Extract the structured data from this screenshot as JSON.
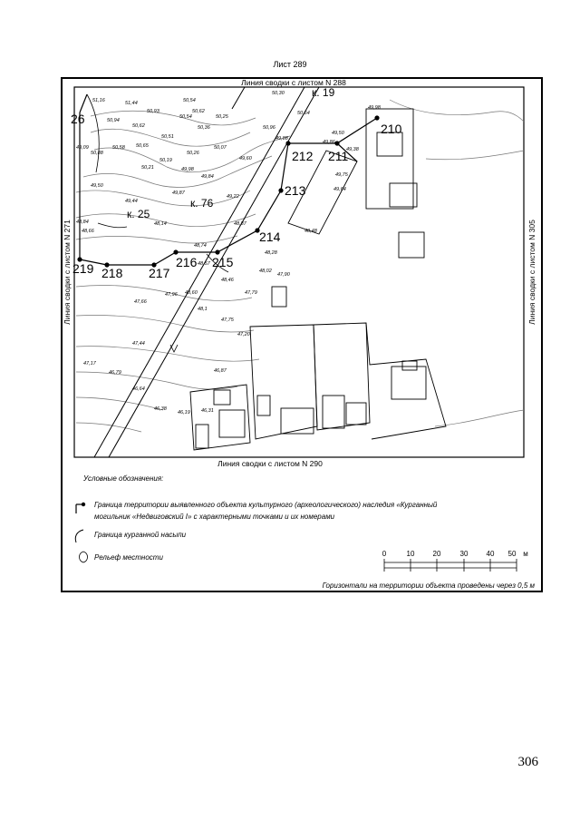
{
  "sheet": {
    "title": "Лист 289",
    "page_number": "306"
  },
  "edge_labels": {
    "top": "Линия сводки с листом N 288",
    "bottom": "Линия сводки с листом N 290",
    "left": "Линия сводки с листом N 271",
    "right": "Линия сводки с листом N 305"
  },
  "kurgans": {
    "k19": "к. 19",
    "k25": "к. 25",
    "k76": "к. 76"
  },
  "points": {
    "p210": "210",
    "p211": "211",
    "p212": "212",
    "p213": "213",
    "p214": "214",
    "p215": "215",
    "p216": "216",
    "p217": "217",
    "p218": "218",
    "p219": "219",
    "p26": "26"
  },
  "elevations": {
    "e01": "51,16",
    "e02": "51,44",
    "e03": "50,93",
    "e04": "50,54",
    "e05": "50,62",
    "e06": "50,94",
    "e07": "50,62",
    "e08": "50,54",
    "e09": "50,25",
    "e10": "50,96",
    "e11": "50,30",
    "e12": "50,64",
    "e13": "50,51",
    "e14": "50,36",
    "e15": "50,88",
    "e16": "50,58",
    "e17": "50,65",
    "e18": "50,07",
    "e19": "50,26",
    "e20": "50,19",
    "e21": "49,60",
    "e22": "50,21",
    "e23": "49,98",
    "e24": "49,84",
    "e25": "49,50",
    "e26": "49,88",
    "e27": "49,38",
    "e28": "49,75",
    "e29": "49,87",
    "e30": "49,22",
    "e31": "49,44",
    "e32": "48,14",
    "e33": "48,87",
    "e34": "48,66",
    "e35": "48,74",
    "e36": "48,28",
    "e37": "48,57",
    "e38": "48,48",
    "e39": "48,02",
    "e40": "47,90",
    "e41": "48,46",
    "e42": "47,96",
    "e43": "48,60",
    "e44": "47,79",
    "e45": "47,66",
    "e46": "48,1",
    "e47": "47,75",
    "e48": "47,20",
    "e49": "47,44",
    "e50": "47,17",
    "e51": "46,79",
    "e52": "46,87",
    "e53": "46,64",
    "e54": "46,38",
    "e55": "46,19",
    "e56": "46,31",
    "e57": "49,98",
    "e58": "49,50",
    "e59": "49,86",
    "e60": "49,64",
    "e61": "49,09",
    "e62": "48,84"
  },
  "legend": {
    "title": "Условные обозначения:",
    "item1_line1": "Граница территории выявленного объекта культурного (археологического) наследия «Курганный",
    "item1_line2": "могильник «Недвиговский I» с характерными точками и их номерами",
    "item2": "Граница курганной насыпи",
    "item3": "Рельеф местности"
  },
  "scale": {
    "t0": "0",
    "t10": "10",
    "t20": "20",
    "t30": "30",
    "t40": "40",
    "t50": "50",
    "unit": "м"
  },
  "contour_note": "Горизонтали на территории объекта проведены через 0,5 м"
}
